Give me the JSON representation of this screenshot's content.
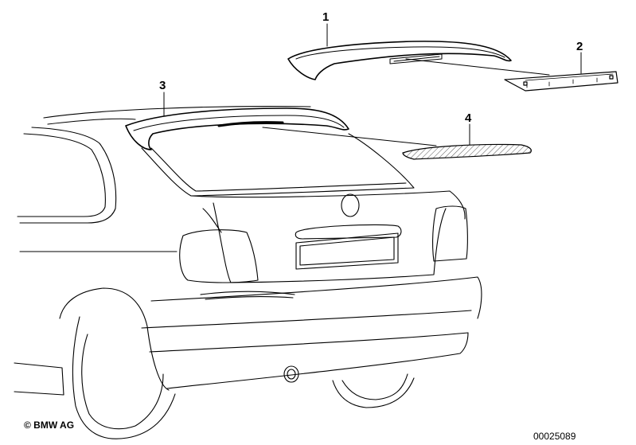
{
  "callouts": [
    {
      "id": "1",
      "label": "1"
    },
    {
      "id": "2",
      "label": "2"
    },
    {
      "id": "3",
      "label": "3"
    },
    {
      "id": "4",
      "label": "4"
    }
  ],
  "copyright": "© BMW AG",
  "document_number": "00025089",
  "colors": {
    "line": "#000000",
    "fill": "#ffffff",
    "hatch": "#555555"
  }
}
